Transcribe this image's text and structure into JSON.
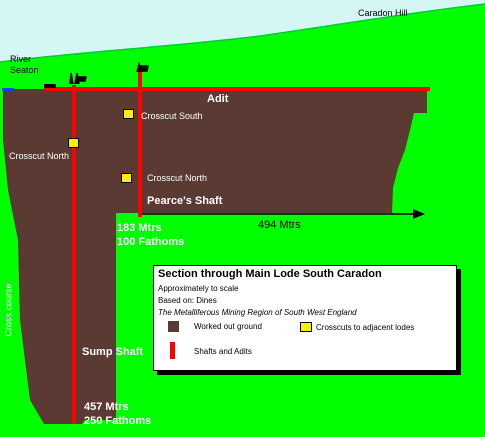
{
  "colors": {
    "sky": "#d4f7f3",
    "hill": "#00ff00",
    "ground_edge": "#00cc33",
    "worked_ground": "#5b3a33",
    "shaft": "#ff0000",
    "crosscut": "#ffee00",
    "river": "#0044ff"
  },
  "labels": {
    "caradon_hill": "Caradon Hill",
    "river_seaton": "River\nSeaton",
    "adit": "Adit",
    "crosscut_south": "Crosscut South",
    "crosscut_north_left": "Crosscut North",
    "crosscut_north_right": "Crosscut North",
    "pearces_shaft": "Pearce's Shaft",
    "distance_494": "494 Mtrs",
    "depth_183_m": "183 Mtrs",
    "depth_100_f": "100 Fathoms",
    "sump_shaft": "Sump Shaft",
    "depth_457_m": "457 Mtrs",
    "depth_250_f": "250 Fathoms",
    "cross_course": "Cross course"
  },
  "legend": {
    "title": "Section through Main Lode South Caradon",
    "scale_note": "Approximately to scale",
    "based_on": "Based on: Dines",
    "reference": "The Metalliferous Mining Region of South West England",
    "worked_out_ground": "Worked out ground",
    "crosscuts": "Crosscuts to adjacent lodes",
    "shafts_adits": "Shafts and Adits"
  }
}
